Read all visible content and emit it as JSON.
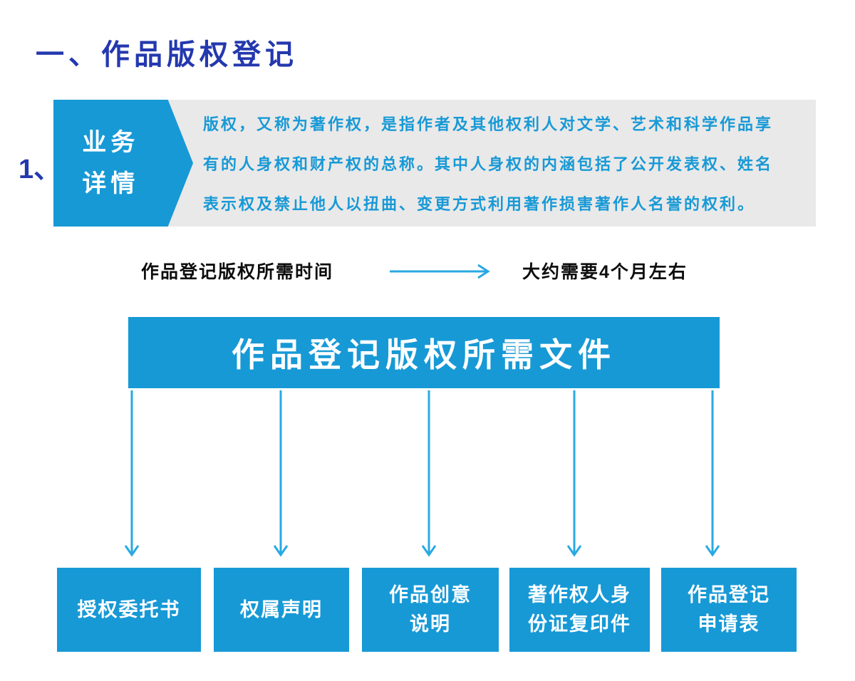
{
  "colors": {
    "title_blue": "#2438AE",
    "primary_blue": "#1799D6",
    "arrow_blue": "#29A9E1",
    "gray_background": "#E9E9E9",
    "body_text": "#0d0d0d",
    "white": "#ffffff"
  },
  "header": {
    "section_title": "一、作品版权登记",
    "item_number": "1、"
  },
  "business_detail": {
    "tag_label": "业务\n详情",
    "description": "版权，又称为著作权，是指作者及其他权利人对文学、艺术和科学作品享\n有的人身权和财产权的总称。其中人身权的内涵包括了公开发表权、姓名\n表示权及禁止他人以扭曲、变更方式利用著作损害著作人名誉的权利。"
  },
  "timeline": {
    "label": "作品登记版权所需时间",
    "value": "大约需要4个月左右"
  },
  "documents": {
    "header": "作品登记版权所需文件",
    "items": [
      {
        "label": "授权委托书"
      },
      {
        "label": "权属声明"
      },
      {
        "label": "作品创意\n说明"
      },
      {
        "label": "著作权人身\n份证复印件"
      },
      {
        "label": "作品登记\n申请表"
      }
    ]
  }
}
